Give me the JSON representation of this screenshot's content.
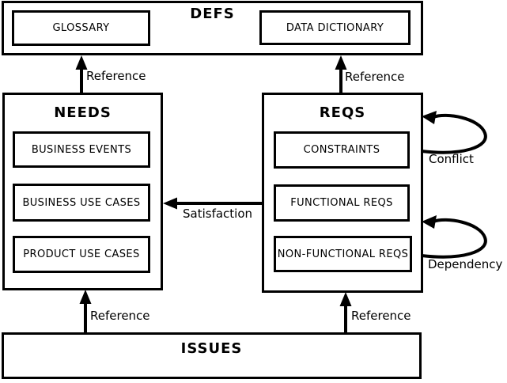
{
  "diagram": {
    "kind": "requirements-traceability-diagram",
    "colors": {
      "stroke": "#000000",
      "background": "#ffffff",
      "text": "#000000"
    },
    "boxes": {
      "defs": {
        "title": "DEFS",
        "items": [
          {
            "label": "GLOSSARY"
          },
          {
            "label": "DATA DICTIONARY"
          }
        ]
      },
      "needs": {
        "title": "NEEDS",
        "items": [
          {
            "label": "BUSINESS EVENTS"
          },
          {
            "label": "BUSINESS USE CASES"
          },
          {
            "label": "PRODUCT USE CASES"
          }
        ]
      },
      "reqs": {
        "title": "REQS",
        "items": [
          {
            "label": "CONSTRAINTS"
          },
          {
            "label": "FUNCTIONAL REQS"
          },
          {
            "label": "NON-FUNCTIONAL REQS"
          }
        ]
      },
      "issues": {
        "title": "ISSUES",
        "items": []
      }
    },
    "edges": {
      "needs_to_defs": {
        "label": "Reference",
        "from": "NEEDS",
        "to": "DEFS"
      },
      "reqs_to_defs": {
        "label": "Reference",
        "from": "REQS",
        "to": "DEFS"
      },
      "reqs_to_needs": {
        "label": "Satisfaction",
        "from": "REQS",
        "to": "NEEDS"
      },
      "issues_to_needs": {
        "label": "Reference",
        "from": "ISSUES",
        "to": "NEEDS"
      },
      "issues_to_reqs": {
        "label": "Reference",
        "from": "ISSUES",
        "to": "REQS"
      },
      "reqs_self_conflict": {
        "label": "Conflict",
        "from": "REQS",
        "to": "REQS"
      },
      "reqs_self_dependency": {
        "label": "Dependency",
        "from": "REQS",
        "to": "REQS"
      }
    }
  }
}
